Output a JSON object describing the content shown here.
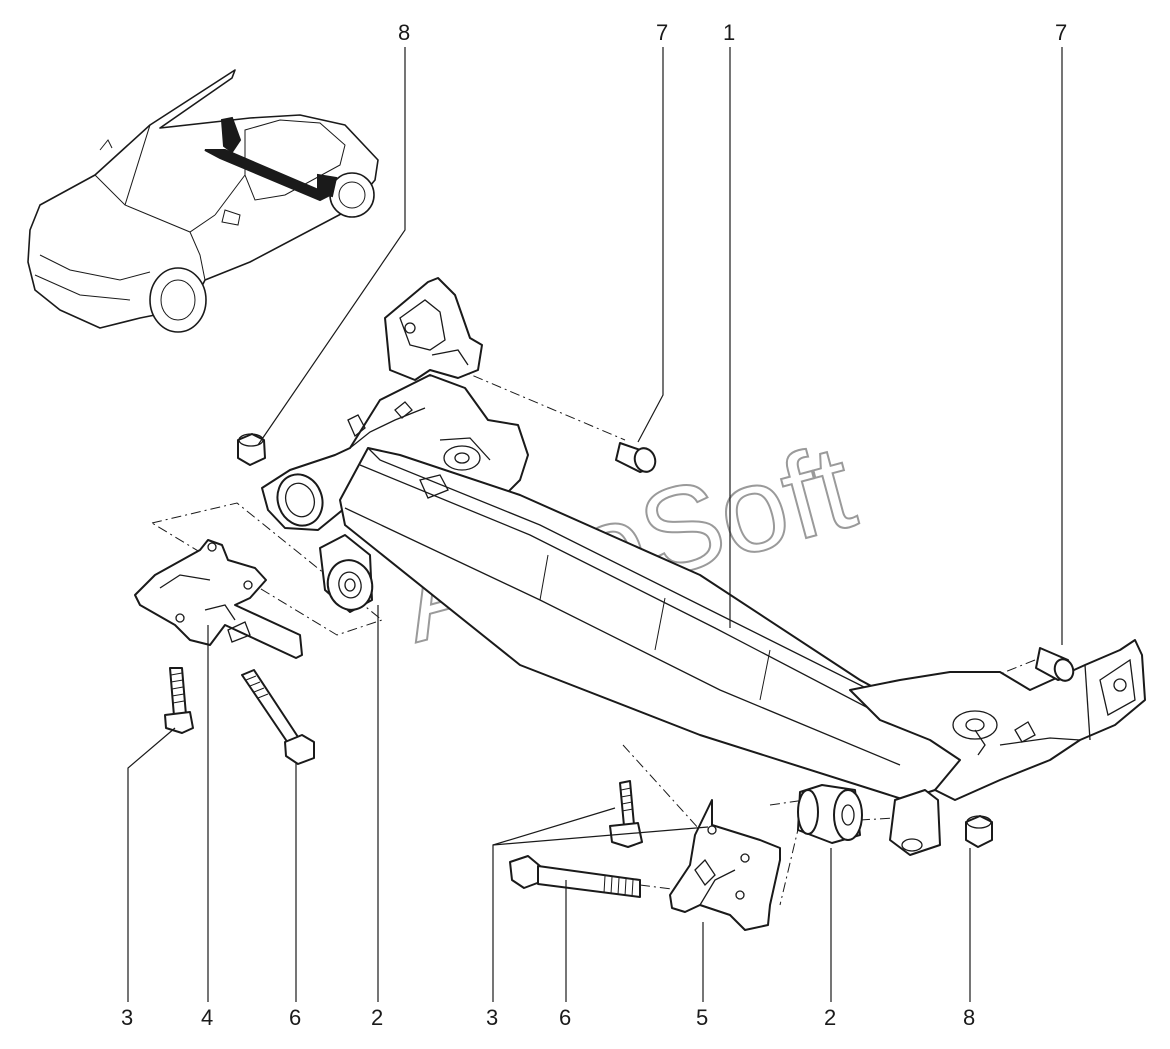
{
  "watermark": "AutoSoft",
  "callouts": {
    "top_8": "8",
    "top_7_left": "7",
    "top_1": "1",
    "top_7_right": "7",
    "bottom_3_left": "3",
    "bottom_4": "4",
    "bottom_6_left": "6",
    "bottom_2_left": "2",
    "bottom_3_right": "3",
    "bottom_6_right": "6",
    "bottom_5": "5",
    "bottom_2_right": "2",
    "bottom_8": "8"
  }
}
